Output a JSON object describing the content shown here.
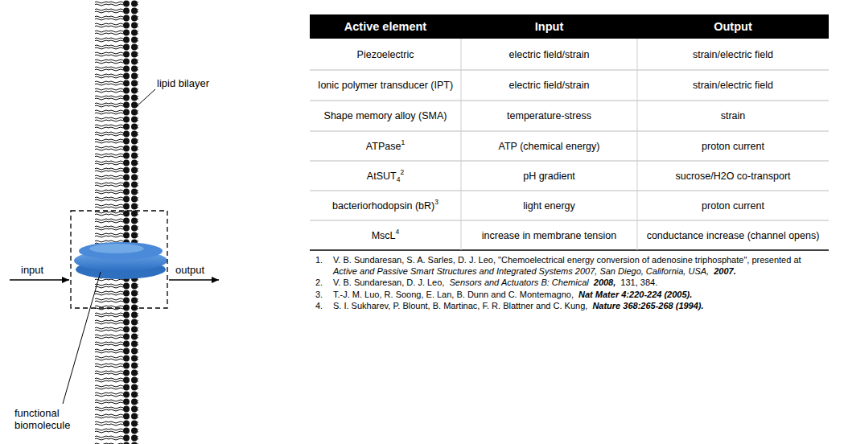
{
  "diagram": {
    "labels": [
      "lipid bilayer",
      "input",
      "output",
      "functional biomolecule",
      "Active element",
      "Input",
      "Output",
      "Piezoelectric",
      "electric field/strain",
      "strain/electric field",
      "Ionic polymer transducer (IPT)",
      "electric field/strain",
      "strain/electric field",
      "Shape memory alloy (SMA)",
      "temperature-stress",
      "strain",
      "ATPase",
      "1",
      "ATP (chemical energy)",
      "proton current",
      "AtSUT",
      "4",
      "2",
      "pH gradient",
      "sucrose/H2O co-transport",
      "bacteriorhodopsin (bR)",
      "3",
      "light energy",
      "proton current",
      "MscL",
      "4",
      "increase in membrane tension",
      "conductance increase (channel opens)",
      "1.",
      "V. B. Sundaresan, S. A. Sarles, D. J. Leo, \"Chemoelectrical energy conversion of adenosine triphosphate\", presented at",
      "Active and Passive Smart Structures and Integrated Systems 2007, San Diego, California, USA,",
      "2007.",
      "2.",
      "V. B. Sundaresan, D. J. Leo,",
      "Sensors and Actuators B: Chemical",
      "2008,",
      "131, 384.",
      "3.",
      "T.-J. M. Luo, R. Soong, E. Lan, B. Dunn and C. Montemagno,",
      "Nat Mater 4:220-224 (2005).",
      "4.",
      "S. I. Sukharev, P. Blount, B. Martinac, F. R. Blattner and C. Kung,",
      "Nature 368:265-268 (1994)."
    ]
  }
}
